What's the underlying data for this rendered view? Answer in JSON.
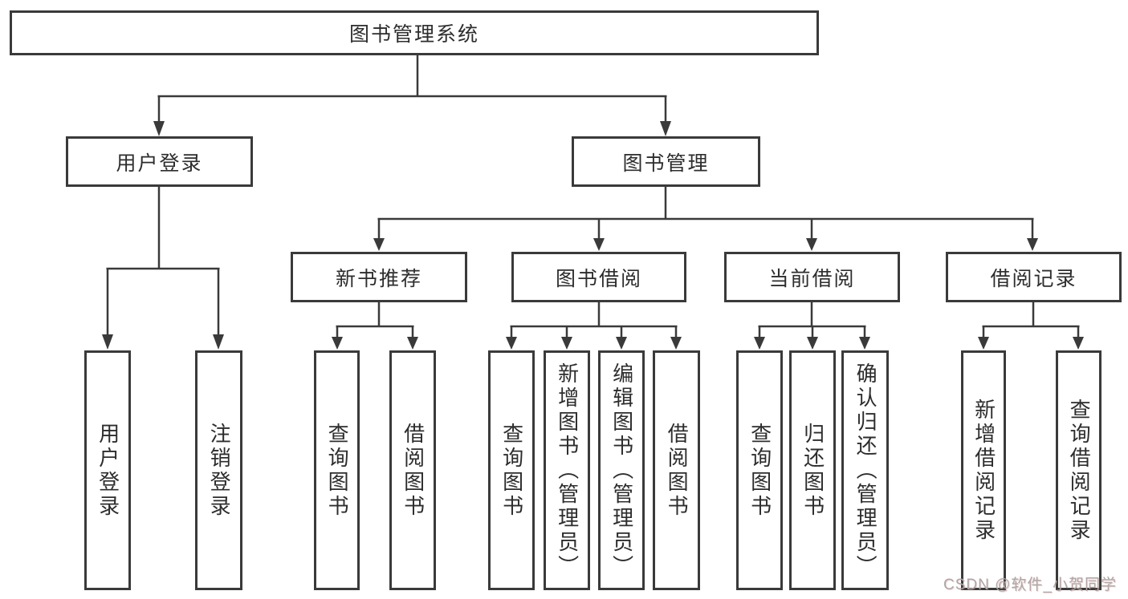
{
  "tree": {
    "root": {
      "label": "图书管理系统"
    },
    "branches": [
      {
        "label": "用户登录",
        "children": [
          {
            "label": "用户登录"
          },
          {
            "label": "注销登录"
          }
        ]
      },
      {
        "label": "图书管理",
        "sections": [
          {
            "label": "新书推荐",
            "children": [
              {
                "label": "查询图书"
              },
              {
                "label": "借阅图书"
              }
            ]
          },
          {
            "label": "图书借阅",
            "children": [
              {
                "label": "查询图书"
              },
              {
                "label": "新增图书（管理员）"
              },
              {
                "label": "编辑图书（管理员）"
              },
              {
                "label": "借阅图书"
              }
            ]
          },
          {
            "label": "当前借阅",
            "children": [
              {
                "label": "查询图书"
              },
              {
                "label": "归还图书"
              },
              {
                "label": "确认归还（管理员）"
              }
            ]
          },
          {
            "label": "借阅记录",
            "children": [
              {
                "label": "新增借阅记录"
              },
              {
                "label": "查询借阅记录"
              }
            ]
          }
        ]
      }
    ]
  },
  "watermark": {
    "text": "CSDN @软件_小贺同学"
  },
  "colors": {
    "line": "#3a3a3a",
    "text": "#2d2d2d",
    "watermark_gray": "#a9a9a9",
    "background": "#ffffff"
  }
}
